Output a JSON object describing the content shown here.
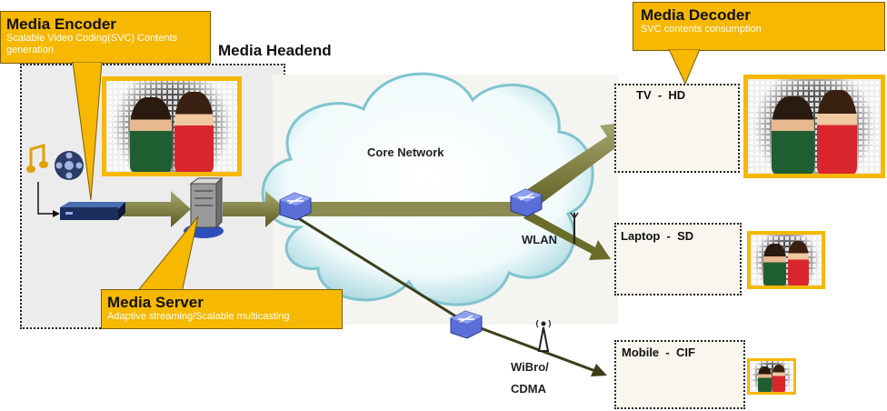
{
  "headend": {
    "title": "Media Headend"
  },
  "encoder": {
    "title": "Media Encoder",
    "subtitle": "Scalable Video Coding(SVC) Contents generation"
  },
  "decoder": {
    "title": "Media Decoder",
    "subtitle": "SVC contents consumption"
  },
  "server": {
    "title": "Media Server",
    "subtitle": "Adaptive streaming/Scalable multicasting"
  },
  "core": {
    "label": "Core Network"
  },
  "links": {
    "wlan": "WLAN",
    "wibro": "WiBro/",
    "cdma": "CDMA"
  },
  "devices": {
    "tv": "TV  -  HD",
    "laptop": "Laptop  -  SD",
    "mobile": "Mobile  -  CIF"
  },
  "colors": {
    "callout": "#f6b800",
    "arrow": "#6b6b2a",
    "router": "#5a6ed8"
  },
  "icons": [
    "music-film-icon",
    "encoder-device-icon",
    "server-icon",
    "router-icon",
    "antenna-icon",
    "tv-icon",
    "laptop-icon",
    "mobile-phone-icon"
  ]
}
